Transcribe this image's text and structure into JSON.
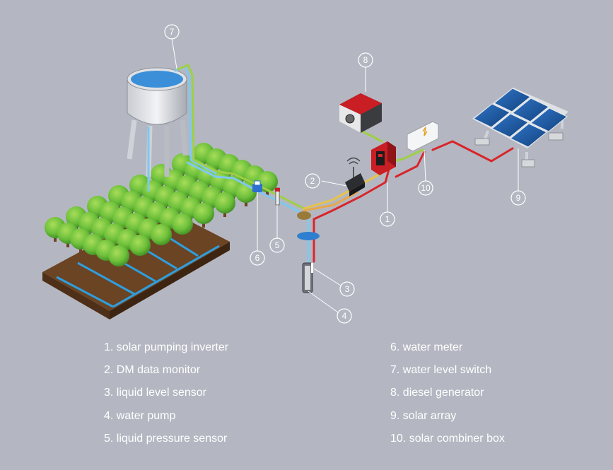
{
  "callouts": [
    "1",
    "2",
    "3",
    "4",
    "5",
    "6",
    "7",
    "8",
    "9",
    "10"
  ],
  "legend": {
    "left": [
      "1. solar pumping inverter",
      "2. DM data monitor",
      "3. liquid level sensor",
      "4. water pump",
      "5. liquid pressure sensor"
    ],
    "right": [
      "6. water meter",
      "7. water level switch",
      "8. diesel generator",
      "9. solar array",
      "10. solar combiner box"
    ]
  },
  "colors": {
    "background": "#b4b7c1",
    "water_pipe": "#7ec8f0",
    "signal_cable": "#9fcf45",
    "signal_cable_2": "#e6c34a",
    "power_cable": "#d8252b",
    "inverter": "#c81e24",
    "solar_panel": "#1f5aa8",
    "tree": "#6cbf3a"
  }
}
